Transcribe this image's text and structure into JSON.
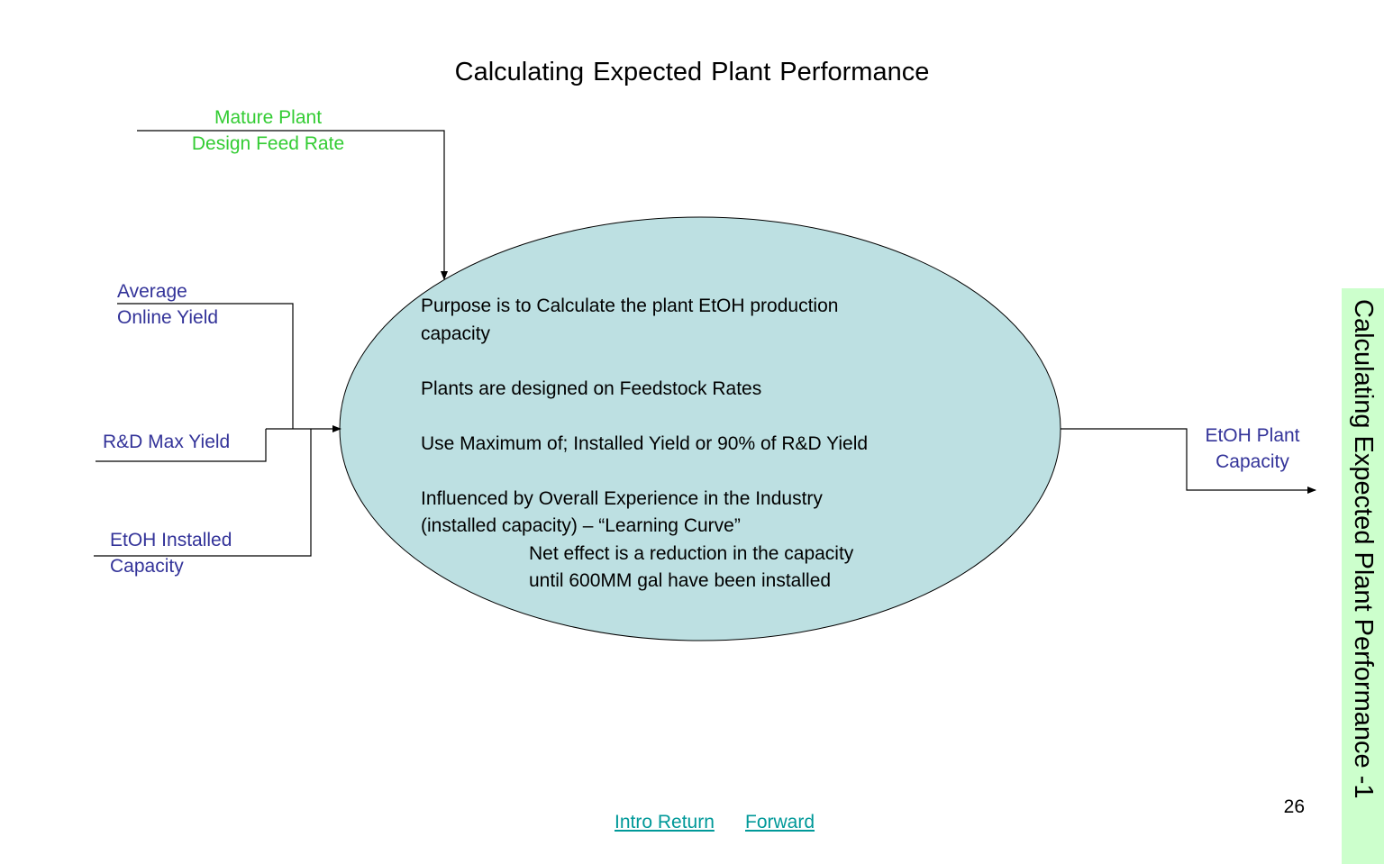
{
  "slide": {
    "title": "Calculating Expected Plant Performance",
    "side_banner": "Calculating Expected  Plant Performance -1",
    "page_number": "26"
  },
  "inputs": {
    "mature_plant": [
      "Mature Plant",
      "Design Feed Rate"
    ],
    "average_online_yield": [
      "Average",
      "Online Yield"
    ],
    "rd_max_yield": "R&D Max Yield",
    "etoh_installed_capacity": [
      "EtOH Installed",
      "Capacity"
    ]
  },
  "output": {
    "etoh_plant_capacity": [
      "EtOH Plant",
      "Capacity"
    ]
  },
  "ellipse": {
    "lines": [
      "Purpose is to Calculate the plant EtOH production",
      "capacity",
      "Plants are designed on Feedstock Rates",
      "Use Maximum of; Installed Yield or 90% of R&D Yield",
      "Influenced by Overall Experience in the Industry",
      "(installed capacity) – “Learning Curve”",
      "Net effect is a reduction  in the capacity",
      "until 600MM gal have been installed"
    ]
  },
  "nav": {
    "intro_return": "Intro Return",
    "forward": "Forward"
  },
  "colors": {
    "ellipse_fill": "#bde0e2",
    "green_label": "#33cc33",
    "navy_label": "#333399",
    "link": "#009999",
    "side_banner_bg": "#ccffcc"
  }
}
